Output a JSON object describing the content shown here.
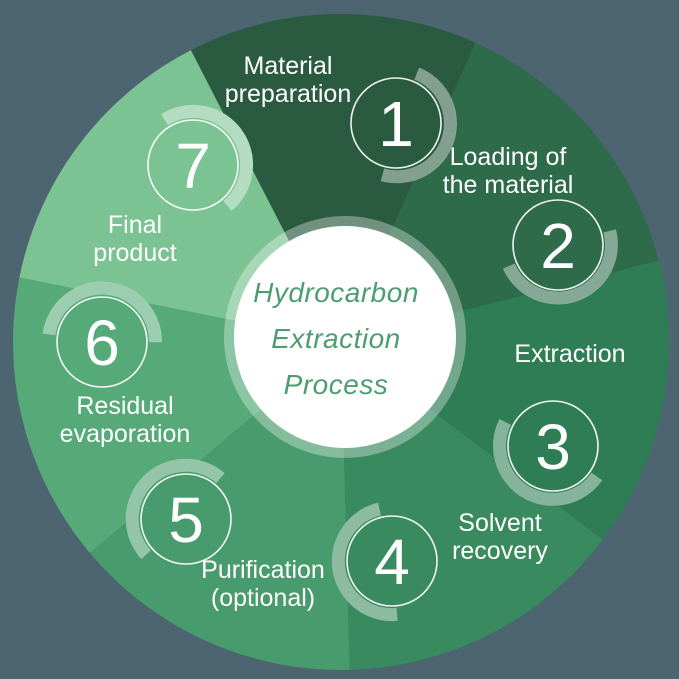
{
  "title": "Hydrocarbon Extraction Process",
  "background_color": "#4C6571",
  "center": {
    "lines": [
      "Hydrocarbon",
      "Extraction",
      "Process"
    ],
    "text_color": "#4C9E70",
    "circle_color": "#FFFFFF",
    "halo_color": "rgba(255,255,255,0.33)"
  },
  "arc_color": "rgba(255,255,255,0.42)",
  "label_color": "#FFFFFF",
  "badge_outline_color": "rgba(255,255,255,0.92)",
  "number_color": "#FFFFFF",
  "steps": [
    {
      "number": "1",
      "label": "Material preparation",
      "lines": [
        "Material",
        "preparation"
      ],
      "color": "#2A5B40"
    },
    {
      "number": "2",
      "label": "Loading of the material",
      "lines": [
        "Loading of",
        "the material"
      ],
      "color": "#2D6B4A"
    },
    {
      "number": "3",
      "label": "Extraction",
      "lines": [
        "Extraction"
      ],
      "color": "#2F7D55"
    },
    {
      "number": "4",
      "label": "Solvent recovery",
      "lines": [
        "Solvent",
        "recovery"
      ],
      "color": "#3A8A60"
    },
    {
      "number": "5",
      "label": "Purification (optional)",
      "lines": [
        "Purification",
        "(optional)"
      ],
      "color": "#489B6C"
    },
    {
      "number": "6",
      "label": "Residual evaporation",
      "lines": [
        "Residual",
        "evaporation"
      ],
      "color": "#55AA78"
    },
    {
      "number": "7",
      "label": "Final product",
      "lines": [
        "Final",
        "product"
      ],
      "color": "#7CC393"
    }
  ]
}
